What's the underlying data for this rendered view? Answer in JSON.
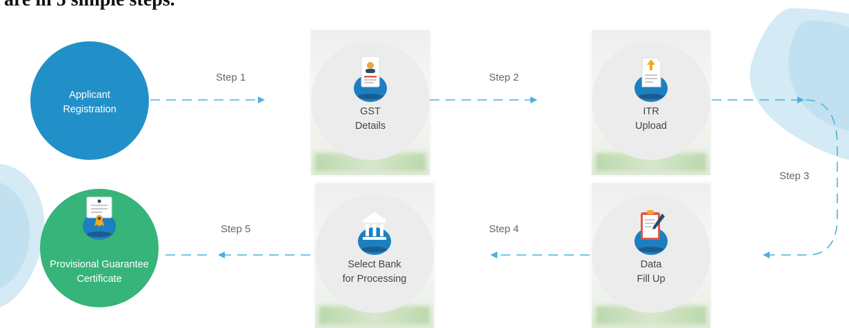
{
  "heading": "are in 5 simple steps.",
  "nodes": {
    "applicant": {
      "line1": "Applicant",
      "line2": "Registration"
    },
    "gst": {
      "line1": "GST",
      "line2": "Details"
    },
    "itr": {
      "line1": "ITR",
      "line2": "Upload"
    },
    "data": {
      "line1": "Data",
      "line2": "Fill Up"
    },
    "bank": {
      "line1": "Select Bank",
      "line2": "for Processing"
    },
    "certificate": {
      "line1": "Provisional Guarantee",
      "line2": "Certificate"
    }
  },
  "steps": {
    "step1": "Step 1",
    "step2": "Step 2",
    "step3": "Step 3",
    "step4": "Step 4",
    "step5": "Step 5"
  },
  "icons": {
    "gst": "id-document-icon",
    "itr": "upload-document-icon",
    "data": "clipboard-pen-icon",
    "bank": "bank-building-icon",
    "certificate": "certificate-icon"
  },
  "colors": {
    "applicant_circle": "#2290c8",
    "certificate_circle": "#36b47a",
    "step_circle": "#ececec",
    "arrow": "#4ab0e0",
    "blob": "#cde6f2"
  }
}
